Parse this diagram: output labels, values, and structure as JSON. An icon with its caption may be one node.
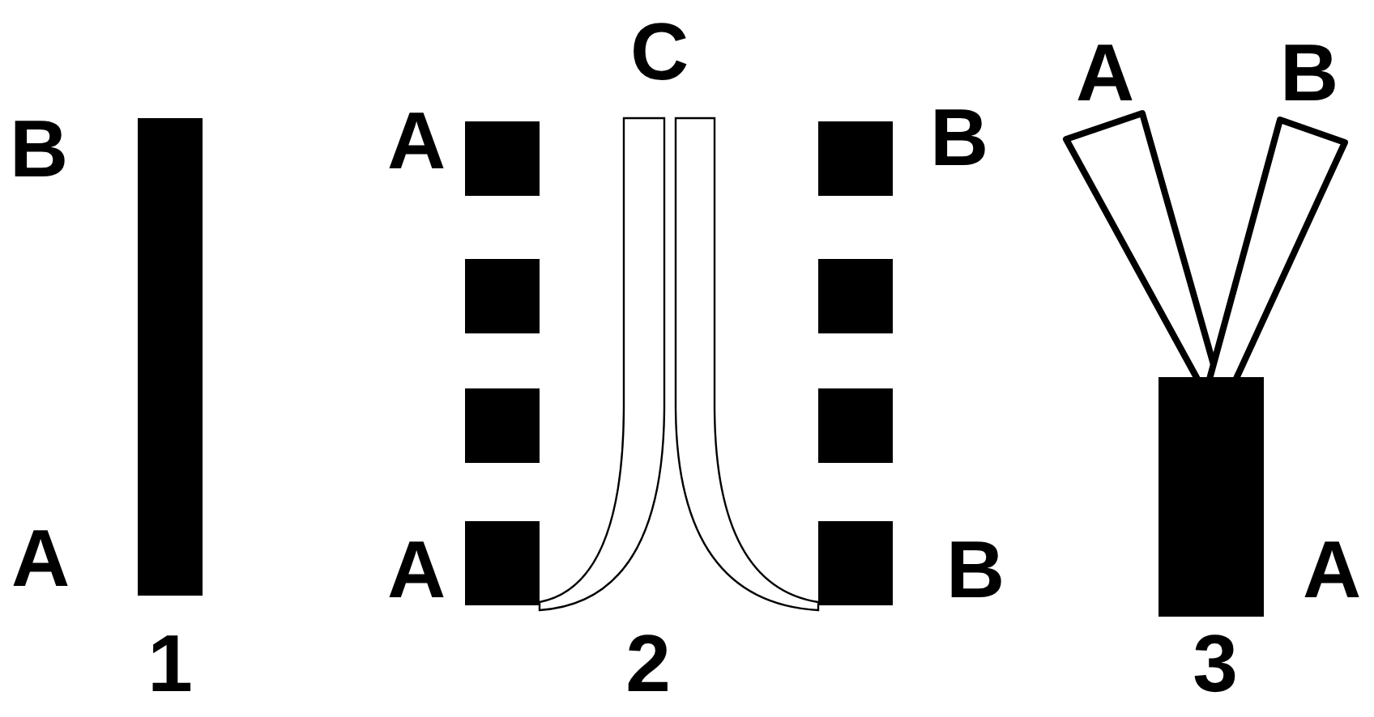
{
  "diagram": {
    "labels": [
      "C",
      "A",
      "B",
      "B",
      "A",
      "B",
      "A",
      "A",
      "B",
      "A",
      "1",
      "2",
      "3"
    ]
  }
}
